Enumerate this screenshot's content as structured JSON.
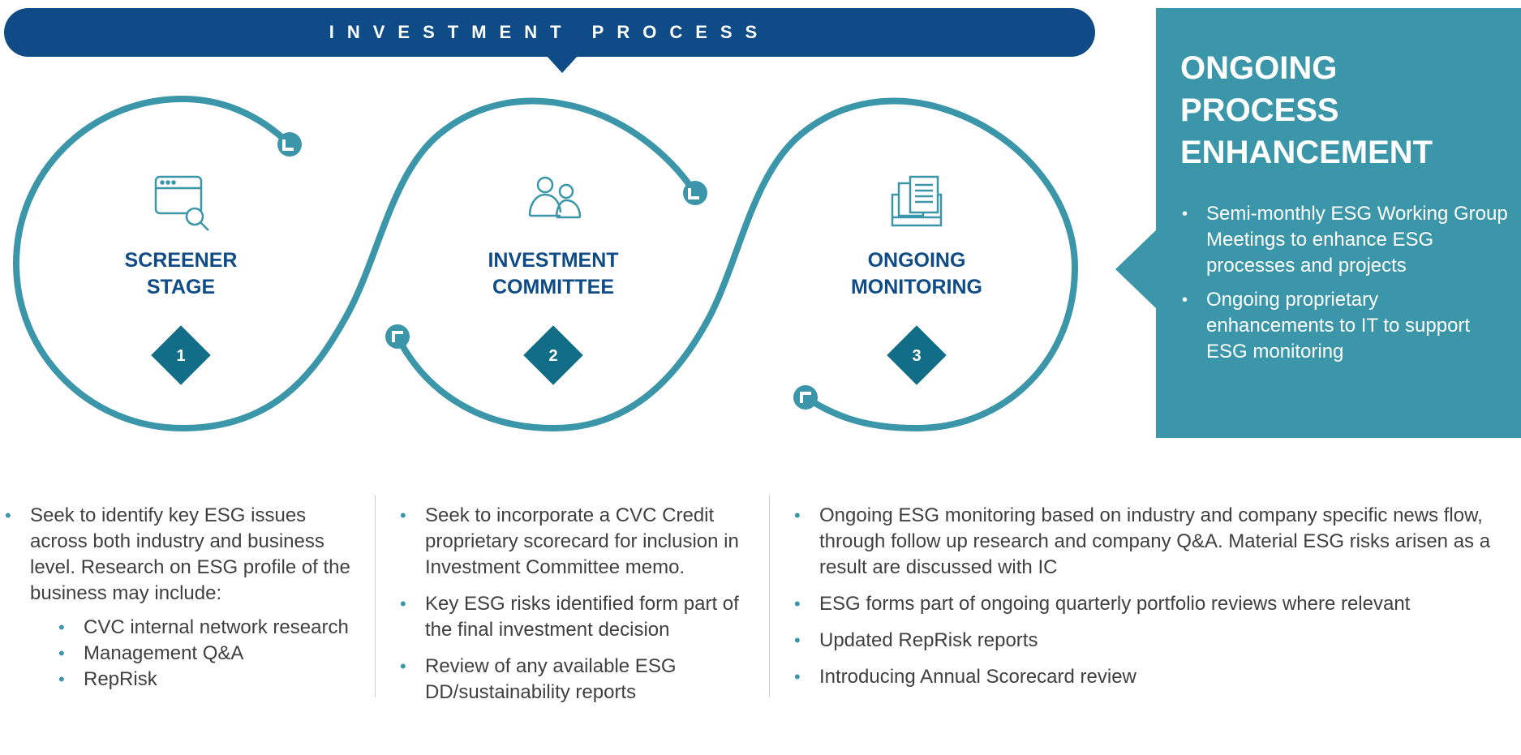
{
  "banner": {
    "title": "INVESTMENT PROCESS"
  },
  "stages": [
    {
      "number": "1",
      "title_line1": "SCREENER",
      "title_line2": "STAGE",
      "icon": "browser-search-icon"
    },
    {
      "number": "2",
      "title_line1": "INVESTMENT",
      "title_line2": "COMMITTEE",
      "icon": "people-icon"
    },
    {
      "number": "3",
      "title_line1": "ONGOING",
      "title_line2": "MONITORING",
      "icon": "documents-icon"
    }
  ],
  "side_panel": {
    "title_line1": "ONGOING",
    "title_line2": "PROCESS",
    "title_line3": "ENHANCEMENT",
    "items": [
      "Semi-monthly ESG Working Group Meetings to enhance ESG processes and projects",
      "Ongoing proprietary enhancements to IT to support ESG monitoring"
    ]
  },
  "columns": {
    "screener": {
      "intro": "Seek to identify key ESG issues across both industry and business level. Research on ESG profile of the business may include:",
      "sub_items": [
        "CVC internal network research",
        "Management Q&A",
        "RepRisk"
      ]
    },
    "committee": {
      "items": [
        "Seek to incorporate a CVC Credit proprietary scorecard for inclusion in Investment Committee memo.",
        "Key ESG risks identified form part of the final investment decision",
        "Review of any available ESG DD/sustainability reports"
      ]
    },
    "monitoring": {
      "items": [
        "Ongoing ESG monitoring based on industry and company specific news flow, through follow up research and company Q&A. Material ESG risks arisen as a result are discussed with IC",
        "ESG forms part of ongoing quarterly portfolio reviews where relevant",
        "Updated RepRisk reports",
        "Introducing Annual Scorecard review"
      ]
    }
  },
  "colors": {
    "navy": "#0f4c87",
    "teal": "#3a96a8",
    "diamond": "#126e86"
  }
}
